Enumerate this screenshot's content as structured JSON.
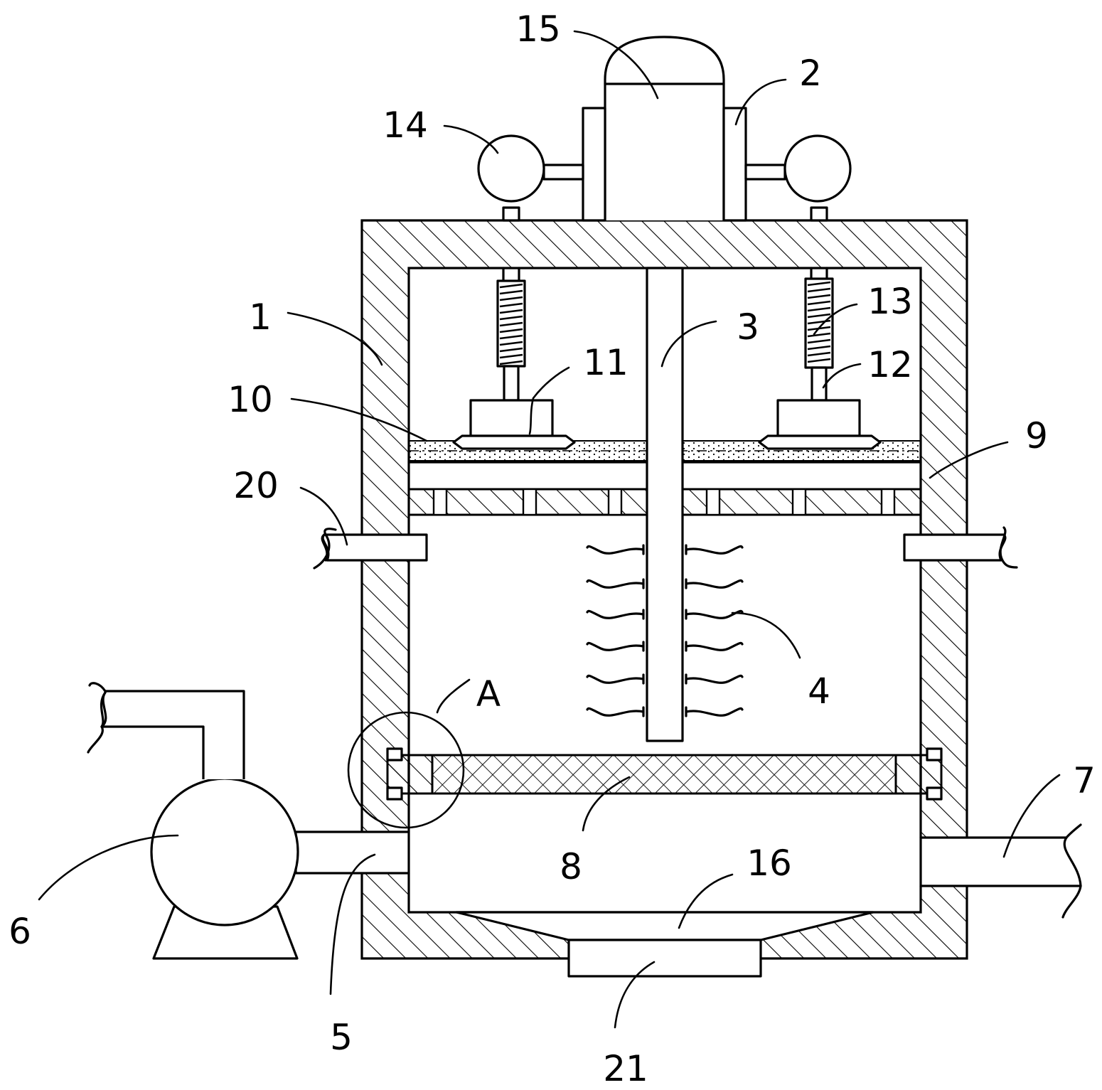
{
  "labels": {
    "n1": "1",
    "n2": "2",
    "n3": "3",
    "n4": "4",
    "n5": "5",
    "n6": "6",
    "n7": "7",
    "n8": "8",
    "n9": "9",
    "n10": "10",
    "n11": "11",
    "n12": "12",
    "n13": "13",
    "n14": "14",
    "n15": "15",
    "n16": "16",
    "n20": "20",
    "n21": "21",
    "detailA": "A"
  }
}
